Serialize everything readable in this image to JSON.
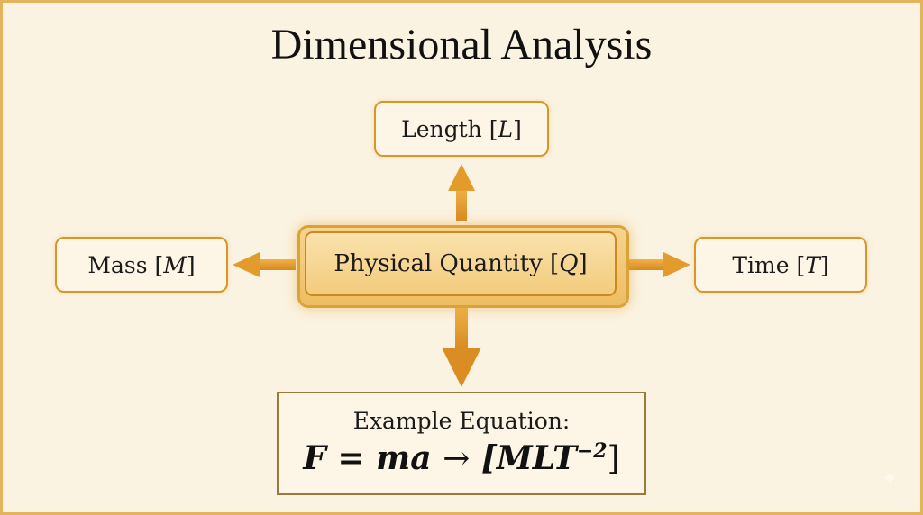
{
  "title": "Dimensional Analysis",
  "center_node": {
    "label": "Physical Quantity",
    "symbol": "Q"
  },
  "nodes": {
    "top": {
      "label": "Length",
      "symbol": "L"
    },
    "left": {
      "label": "Mass",
      "symbol": "M"
    },
    "right": {
      "label": "Time",
      "symbol": "T"
    }
  },
  "equation": {
    "label": "Example Equation:",
    "lhs": "F = ma",
    "arrow": "→",
    "result": "[MLT",
    "exponent": "−2",
    "close": "]"
  },
  "colors": {
    "accent": "#d9952a",
    "background": "#fbf3e1",
    "center_fill": "#f3cb7c"
  }
}
